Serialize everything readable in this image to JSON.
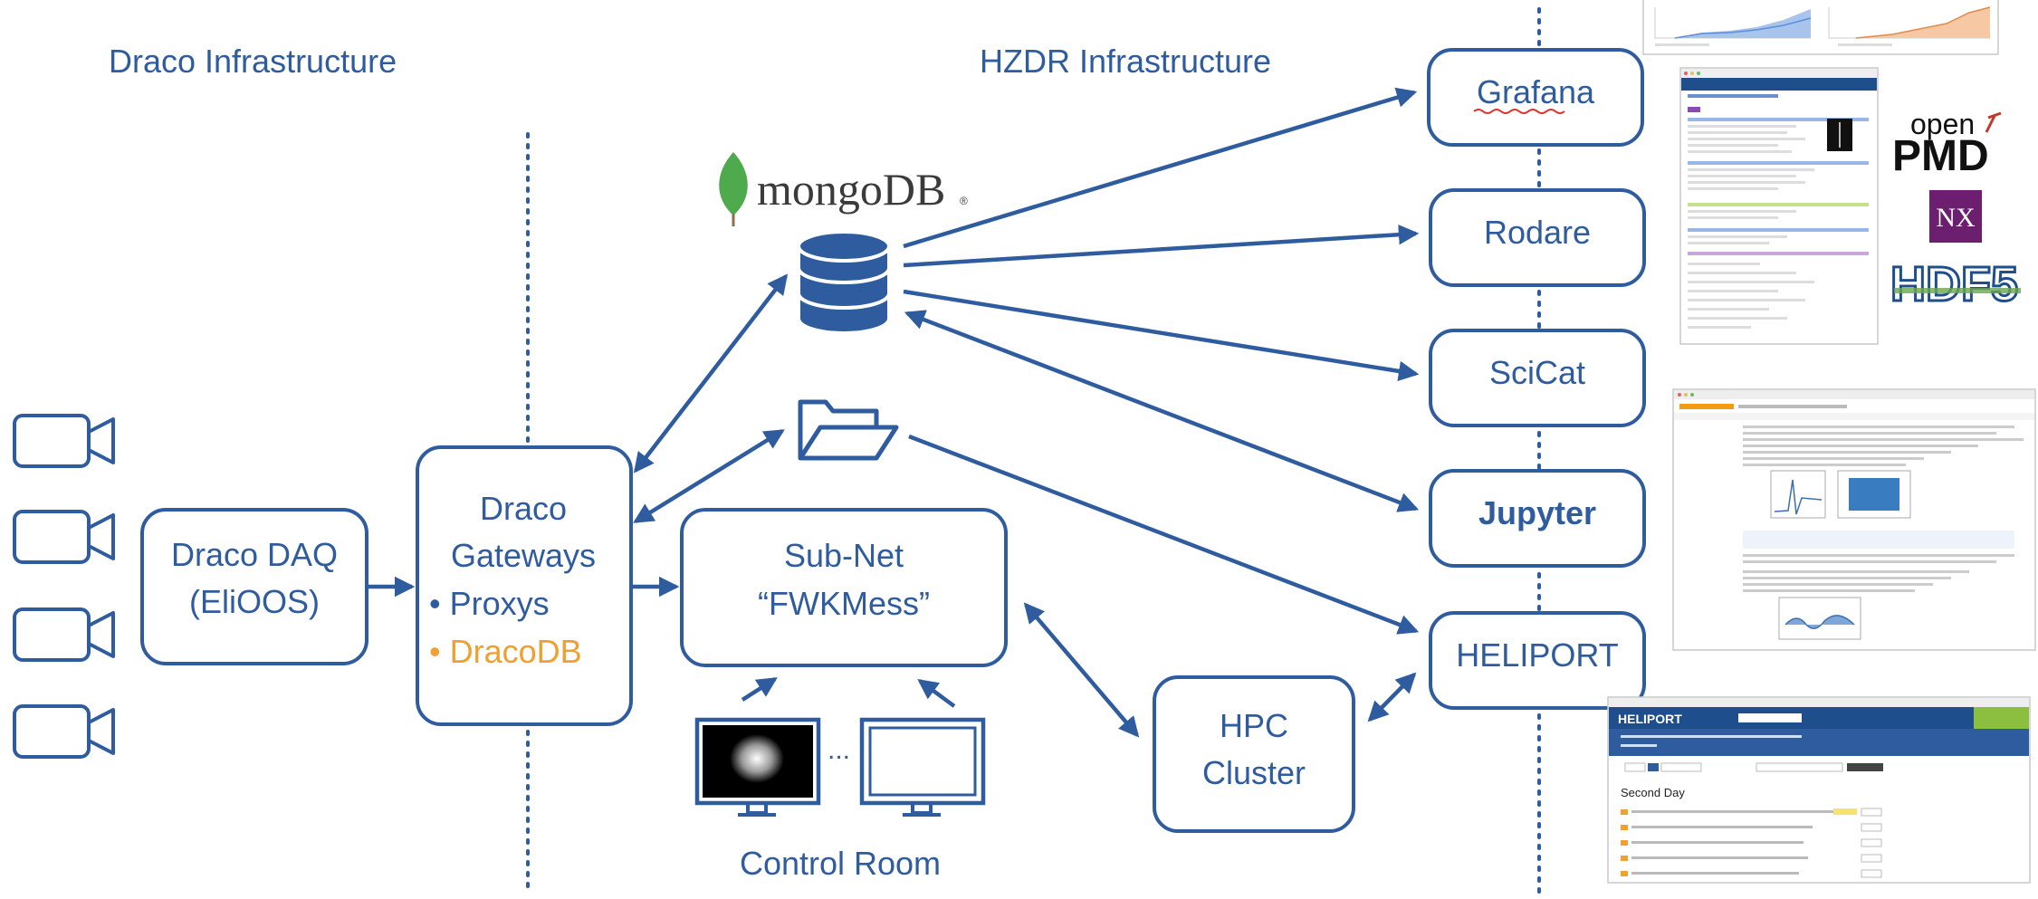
{
  "headers": {
    "draco": "Draco Infrastructure",
    "hzdr": "HZDR Infrastructure"
  },
  "boxes": {
    "daq": {
      "line1": "Draco DAQ",
      "line2": "(EliOOS)"
    },
    "gateways": {
      "line1": "Draco",
      "line2": "Gateways",
      "bullet1": "• Proxys",
      "bullet2": "• DracoDB"
    },
    "subnet": {
      "line1": "Sub-Net",
      "line2": "“FWKMess”"
    },
    "hpc": {
      "line1": "HPC",
      "line2": "Cluster"
    },
    "grafana": "Grafana",
    "rodare": "Rodare",
    "scicat": "SciCat",
    "jupyter": "Jupyter",
    "heliport": "HELIPORT"
  },
  "mongodb_logo_text": "mongoDB",
  "monitor_ellipsis": "...",
  "control_room_label": "Control Room",
  "format_logos": {
    "openpmd_top": "open",
    "openpmd_bottom": "PMD",
    "nexus": "NX",
    "hdf5": "HDF5"
  },
  "heliport_screenshot": {
    "brand": "HELIPORT",
    "section_title": "Second Day"
  },
  "colors": {
    "primary": "#2f5c9f",
    "accent_orange": "#f0a030",
    "mongodb_green": "#4fa94d",
    "nexus_purple": "#6b1f6e",
    "hdf5_blue": "#1f4e8c",
    "hdf5_green": "#6aa84f"
  }
}
